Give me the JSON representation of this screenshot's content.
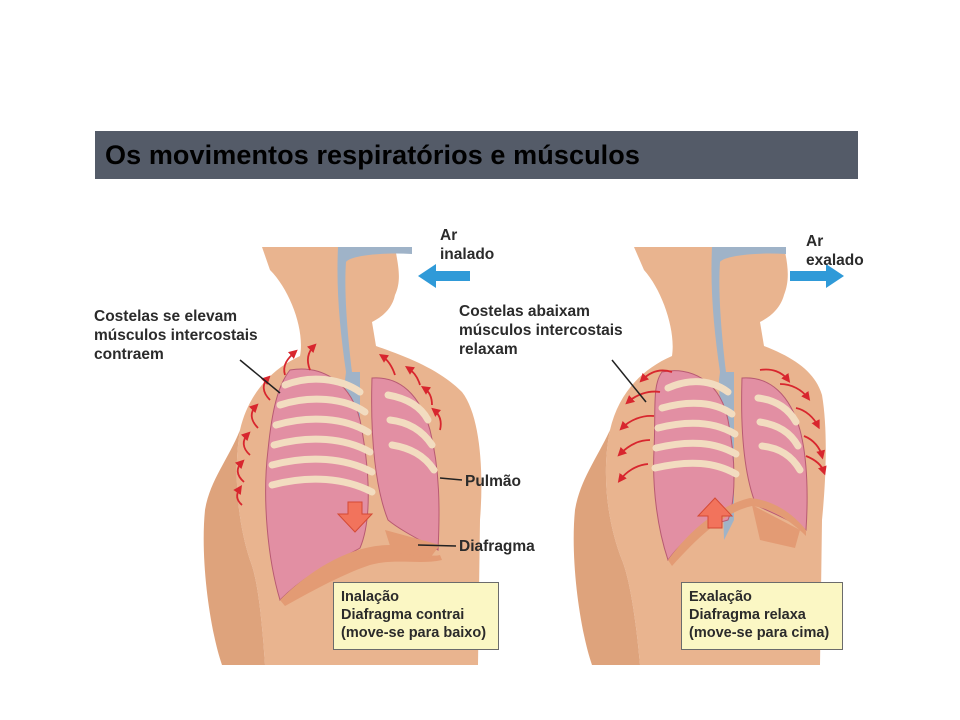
{
  "slide": {
    "title": "Os movimentos respiratórios e músculos"
  },
  "inhalation": {
    "air_label_line1": "Ar",
    "air_label_line2": "inalado",
    "ribs_label_line1": "Costelas se elevam",
    "ribs_label_line2": "músculos intercostais",
    "ribs_label_line3": "contraem",
    "lung_label": "Pulmão",
    "diaphragm_label": "Diafragma",
    "box_line1": "Inalação",
    "box_line2": "Diafragma contrai",
    "box_line3": "(move-se para baixo)"
  },
  "exhalation": {
    "air_label_line1": "Ar",
    "air_label_line2": "exalado",
    "ribs_label_line1": "Costelas abaixam",
    "ribs_label_line2": "músculos intercostais",
    "ribs_label_line3": "relaxam",
    "box_line1": "Exalação",
    "box_line2": "Diafragma relaxa",
    "box_line3": "(move-se para cima)"
  },
  "colors": {
    "title_bar": "#545b68",
    "skin": "#e9b48f",
    "lung": "#e28fa3",
    "rib": "#f2dcc0",
    "arrow_red": "#d8262e",
    "air_arrow": "#2f9ad8",
    "label_box": "#fbf7c4"
  }
}
